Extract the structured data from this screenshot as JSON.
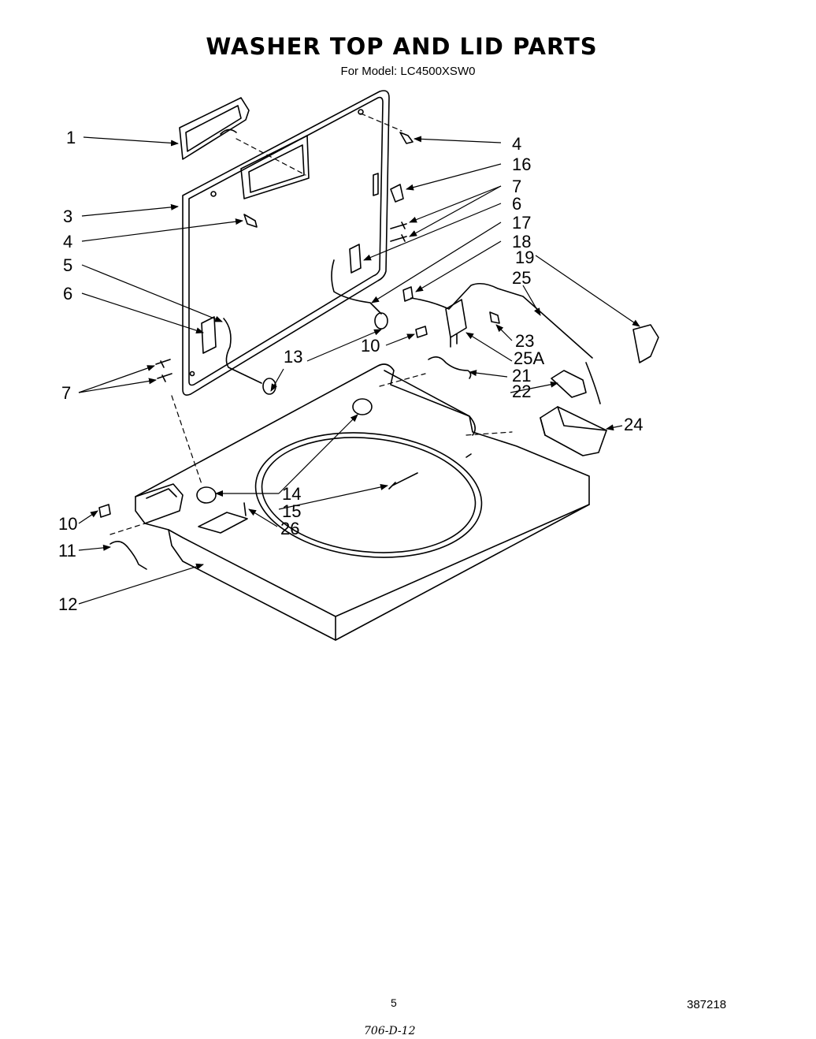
{
  "header": {
    "title": "WASHER TOP AND LID PARTS",
    "subtitle": "For Model:  LC4500XSW0"
  },
  "callouts": [
    {
      "id": "c1",
      "label": "1"
    },
    {
      "id": "c4a",
      "label": "4"
    },
    {
      "id": "c16",
      "label": "16"
    },
    {
      "id": "c7a",
      "label": "7"
    },
    {
      "id": "c6a",
      "label": "6"
    },
    {
      "id": "c17",
      "label": "17"
    },
    {
      "id": "c18",
      "label": "18"
    },
    {
      "id": "c19",
      "label": "19"
    },
    {
      "id": "c25",
      "label": "25"
    },
    {
      "id": "c3",
      "label": "3"
    },
    {
      "id": "c4b",
      "label": "4"
    },
    {
      "id": "c5",
      "label": "5"
    },
    {
      "id": "c6b",
      "label": "6"
    },
    {
      "id": "c7b",
      "label": "7"
    },
    {
      "id": "c13",
      "label": "13"
    },
    {
      "id": "c10a",
      "label": "10"
    },
    {
      "id": "c23",
      "label": "23"
    },
    {
      "id": "c25a",
      "label": "25A"
    },
    {
      "id": "c21",
      "label": "21"
    },
    {
      "id": "c22",
      "label": "22"
    },
    {
      "id": "c24",
      "label": "24"
    },
    {
      "id": "c14",
      "label": "14"
    },
    {
      "id": "c15",
      "label": "15"
    },
    {
      "id": "c26",
      "label": "26"
    },
    {
      "id": "c10b",
      "label": "10"
    },
    {
      "id": "c11",
      "label": "11"
    },
    {
      "id": "c12",
      "label": "12"
    }
  ],
  "footer": {
    "page_number": "5",
    "doc_code": "387218",
    "handwritten": "706-D-12"
  }
}
